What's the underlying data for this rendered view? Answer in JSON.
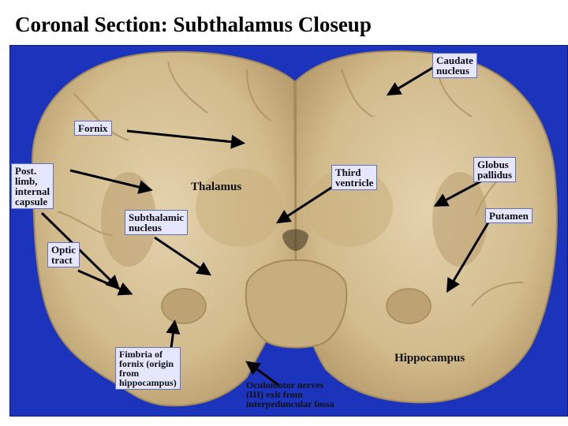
{
  "title": "Coronal Section: Subthalamus Closeup",
  "labels": {
    "caudate": "Caudate\nnucleus",
    "fornix": "Fornix",
    "post_limb": "Post.\nlimb,\ninternal\ncapsule",
    "thalamus": "Thalamus",
    "third_ventricle": "Third\nventricle",
    "globus_pallidus": "Globus\npallidus",
    "putamen": "Putamen",
    "subthalamic": "Subthalamic\nnucleus",
    "optic_tract": "Optic\ntract",
    "fimbria": "Fimbria of\nfornix (origin\nfrom\nhippocampus)",
    "oculomotor": "Oculomotor nerves\n(III) exit from\ninterpeduncular fossa",
    "hippocampus": "Hippocampus"
  },
  "colors": {
    "background": "#1c34bc",
    "tissue": "#d9c49a",
    "label_box": "#e4e7ff",
    "arrow": "#000000"
  }
}
